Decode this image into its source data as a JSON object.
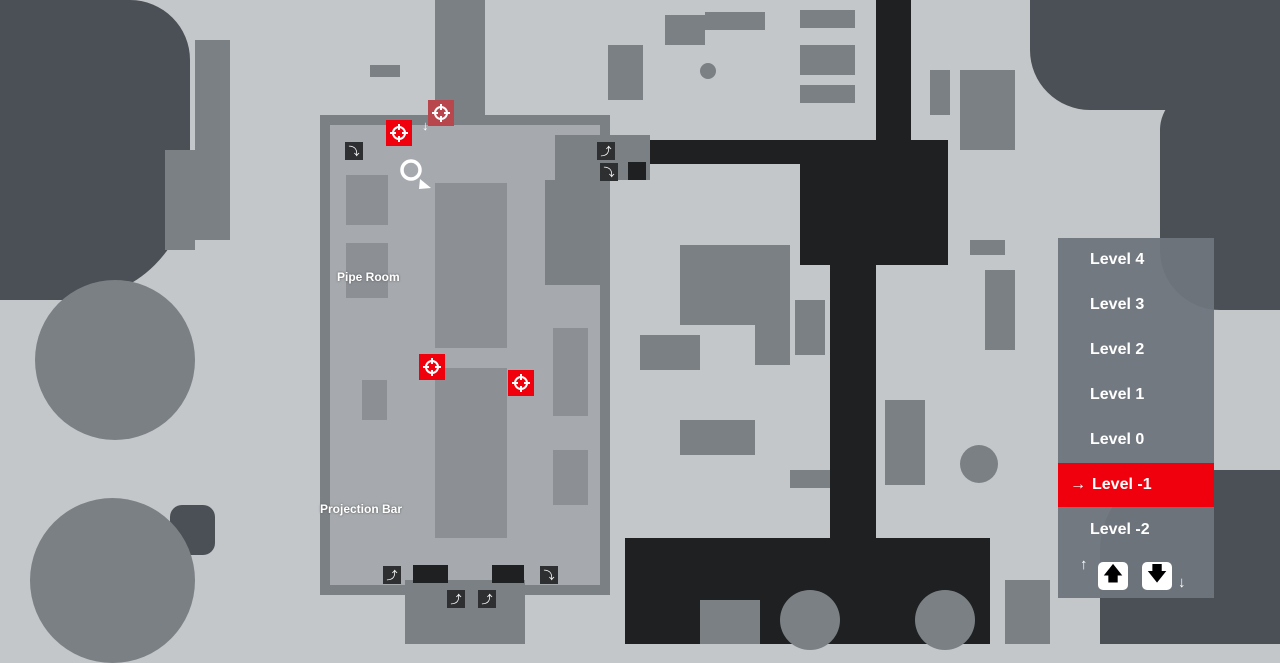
{
  "map": {
    "labels": {
      "pipe_room": "Pipe Room",
      "projection_bar": "Projection Bar"
    },
    "icons": {
      "target": "crosshair-target-icon",
      "stairs": "stairs-icon",
      "player": "player-location-icon"
    }
  },
  "level_selector": {
    "levels": [
      {
        "label": "Level 4"
      },
      {
        "label": "Level 3"
      },
      {
        "label": "Level 2"
      },
      {
        "label": "Level 1"
      },
      {
        "label": "Level 0"
      },
      {
        "label": "Level -1",
        "active": true
      },
      {
        "label": "Level -2"
      }
    ],
    "active_arrow": "→",
    "up_button": "🡅",
    "down_button": "🡇",
    "up_hint": "↑",
    "down_hint": "↓"
  },
  "colors": {
    "accent": "#f0000d",
    "panel": "#6e757c",
    "ground": "#c3c7ca"
  }
}
